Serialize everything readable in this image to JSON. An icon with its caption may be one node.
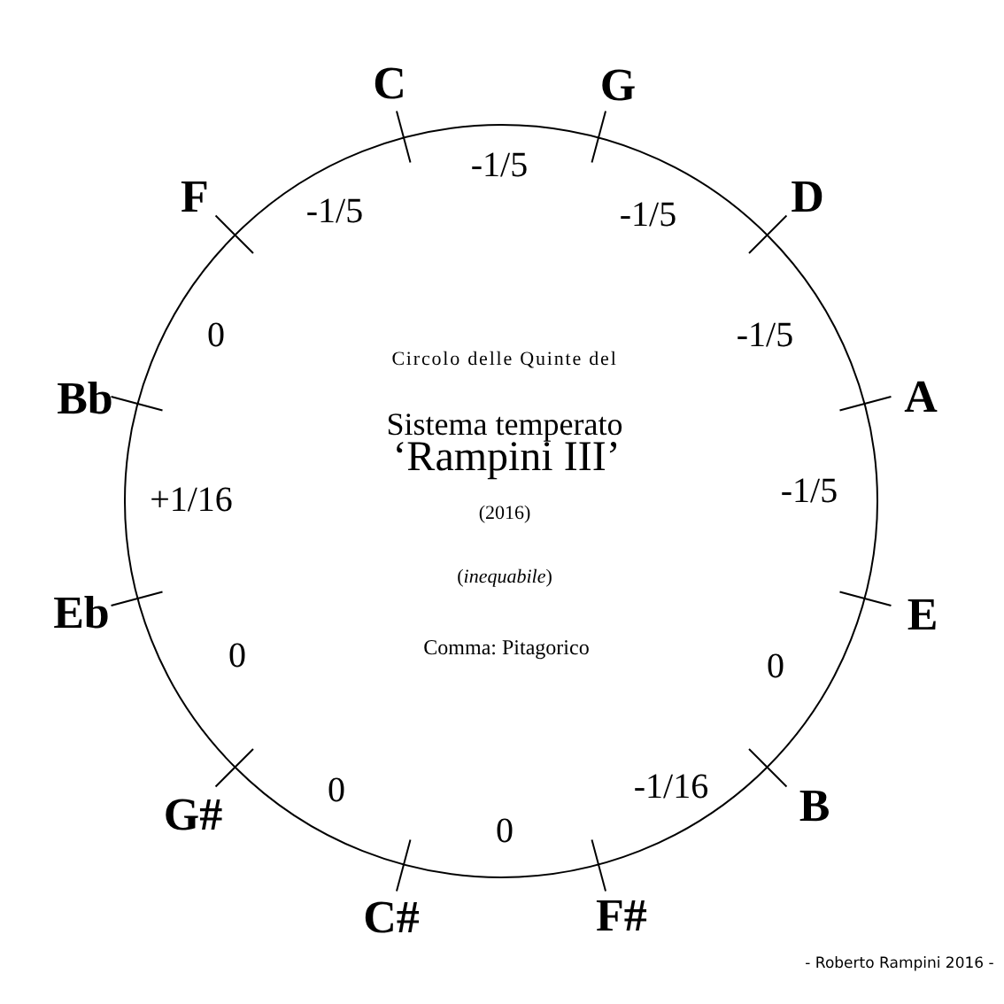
{
  "diagram": {
    "nodes": [
      {
        "text": [
          "Circolo delle Quinte del",
          "Sistema temperato",
          "‘Rampini III’",
          "(2016)",
          "(*inequabile*)",
          "Comma: Pitagorico"
        ]
      }
    ],
    "labels": [
      "C",
      "-1/5",
      "G",
      "-1/5",
      "D",
      "-1/5",
      "A",
      "-1/5",
      "E",
      "0",
      "B",
      "-1/16",
      "F#",
      "0",
      "C#",
      "0",
      "G#",
      "0",
      "Eb",
      "+1/16",
      "Bb",
      "0",
      "F",
      "-1/5",
      "- Roberto Rampini 2016 -"
    ]
  }
}
